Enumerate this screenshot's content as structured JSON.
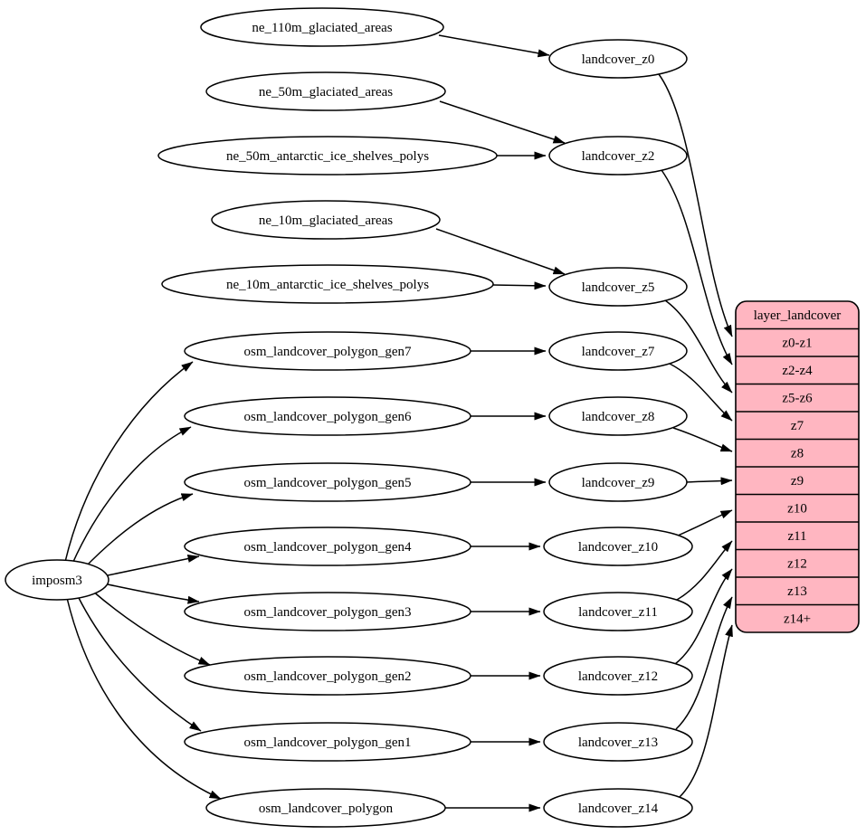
{
  "diagram": {
    "colors": {
      "background": "#ffffff",
      "node_fill": "#ffffff",
      "node_stroke": "#000000",
      "edge_color": "#000000",
      "text_color": "#000000",
      "table_fill": "#ffb6c1",
      "table_stroke": "#000000"
    },
    "nodes": [
      {
        "id": "imposm3",
        "label": "imposm3"
      },
      {
        "id": "ne_110m_glaciated_areas",
        "label": "ne_110m_glaciated_areas"
      },
      {
        "id": "ne_50m_glaciated_areas",
        "label": "ne_50m_glaciated_areas"
      },
      {
        "id": "ne_50m_antarctic_ice_shelves_polys",
        "label": "ne_50m_antarctic_ice_shelves_polys"
      },
      {
        "id": "ne_10m_glaciated_areas",
        "label": "ne_10m_glaciated_areas"
      },
      {
        "id": "ne_10m_antarctic_ice_shelves_polys",
        "label": "ne_10m_antarctic_ice_shelves_polys"
      },
      {
        "id": "osm_landcover_polygon_gen7",
        "label": "osm_landcover_polygon_gen7"
      },
      {
        "id": "osm_landcover_polygon_gen6",
        "label": "osm_landcover_polygon_gen6"
      },
      {
        "id": "osm_landcover_polygon_gen5",
        "label": "osm_landcover_polygon_gen5"
      },
      {
        "id": "osm_landcover_polygon_gen4",
        "label": "osm_landcover_polygon_gen4"
      },
      {
        "id": "osm_landcover_polygon_gen3",
        "label": "osm_landcover_polygon_gen3"
      },
      {
        "id": "osm_landcover_polygon_gen2",
        "label": "osm_landcover_polygon_gen2"
      },
      {
        "id": "osm_landcover_polygon_gen1",
        "label": "osm_landcover_polygon_gen1"
      },
      {
        "id": "osm_landcover_polygon",
        "label": "osm_landcover_polygon"
      },
      {
        "id": "landcover_z0",
        "label": "landcover_z0"
      },
      {
        "id": "landcover_z2",
        "label": "landcover_z2"
      },
      {
        "id": "landcover_z5",
        "label": "landcover_z5"
      },
      {
        "id": "landcover_z7",
        "label": "landcover_z7"
      },
      {
        "id": "landcover_z8",
        "label": "landcover_z8"
      },
      {
        "id": "landcover_z9",
        "label": "landcover_z9"
      },
      {
        "id": "landcover_z10",
        "label": "landcover_z10"
      },
      {
        "id": "landcover_z11",
        "label": "landcover_z11"
      },
      {
        "id": "landcover_z12",
        "label": "landcover_z12"
      },
      {
        "id": "landcover_z13",
        "label": "landcover_z13"
      },
      {
        "id": "landcover_z14",
        "label": "landcover_z14"
      }
    ],
    "table": {
      "id": "layer_landcover",
      "title": "layer_landcover",
      "rows": [
        "z0-z1",
        "z2-z4",
        "z5-z6",
        "z7",
        "z8",
        "z9",
        "z10",
        "z11",
        "z12",
        "z13",
        "z14+"
      ]
    },
    "edges": [
      {
        "from": "imposm3",
        "to": "osm_landcover_polygon_gen7"
      },
      {
        "from": "imposm3",
        "to": "osm_landcover_polygon_gen6"
      },
      {
        "from": "imposm3",
        "to": "osm_landcover_polygon_gen5"
      },
      {
        "from": "imposm3",
        "to": "osm_landcover_polygon_gen4"
      },
      {
        "from": "imposm3",
        "to": "osm_landcover_polygon_gen3"
      },
      {
        "from": "imposm3",
        "to": "osm_landcover_polygon_gen2"
      },
      {
        "from": "imposm3",
        "to": "osm_landcover_polygon_gen1"
      },
      {
        "from": "imposm3",
        "to": "osm_landcover_polygon"
      },
      {
        "from": "ne_110m_glaciated_areas",
        "to": "landcover_z0"
      },
      {
        "from": "ne_50m_glaciated_areas",
        "to": "landcover_z2"
      },
      {
        "from": "ne_50m_antarctic_ice_shelves_polys",
        "to": "landcover_z2"
      },
      {
        "from": "ne_10m_glaciated_areas",
        "to": "landcover_z5"
      },
      {
        "from": "ne_10m_antarctic_ice_shelves_polys",
        "to": "landcover_z5"
      },
      {
        "from": "osm_landcover_polygon_gen7",
        "to": "landcover_z7"
      },
      {
        "from": "osm_landcover_polygon_gen6",
        "to": "landcover_z8"
      },
      {
        "from": "osm_landcover_polygon_gen5",
        "to": "landcover_z9"
      },
      {
        "from": "osm_landcover_polygon_gen4",
        "to": "landcover_z10"
      },
      {
        "from": "osm_landcover_polygon_gen3",
        "to": "landcover_z11"
      },
      {
        "from": "osm_landcover_polygon_gen2",
        "to": "landcover_z12"
      },
      {
        "from": "osm_landcover_polygon_gen1",
        "to": "landcover_z13"
      },
      {
        "from": "osm_landcover_polygon",
        "to": "landcover_z14"
      },
      {
        "from": "landcover_z0",
        "to": "layer_landcover",
        "row": "z0-z1"
      },
      {
        "from": "landcover_z2",
        "to": "layer_landcover",
        "row": "z2-z4"
      },
      {
        "from": "landcover_z5",
        "to": "layer_landcover",
        "row": "z5-z6"
      },
      {
        "from": "landcover_z7",
        "to": "layer_landcover",
        "row": "z7"
      },
      {
        "from": "landcover_z8",
        "to": "layer_landcover",
        "row": "z8"
      },
      {
        "from": "landcover_z9",
        "to": "layer_landcover",
        "row": "z9"
      },
      {
        "from": "landcover_z10",
        "to": "layer_landcover",
        "row": "z10"
      },
      {
        "from": "landcover_z11",
        "to": "layer_landcover",
        "row": "z11"
      },
      {
        "from": "landcover_z12",
        "to": "layer_landcover",
        "row": "z12"
      },
      {
        "from": "landcover_z13",
        "to": "layer_landcover",
        "row": "z13"
      },
      {
        "from": "landcover_z14",
        "to": "layer_landcover",
        "row": "z14+"
      }
    ]
  }
}
